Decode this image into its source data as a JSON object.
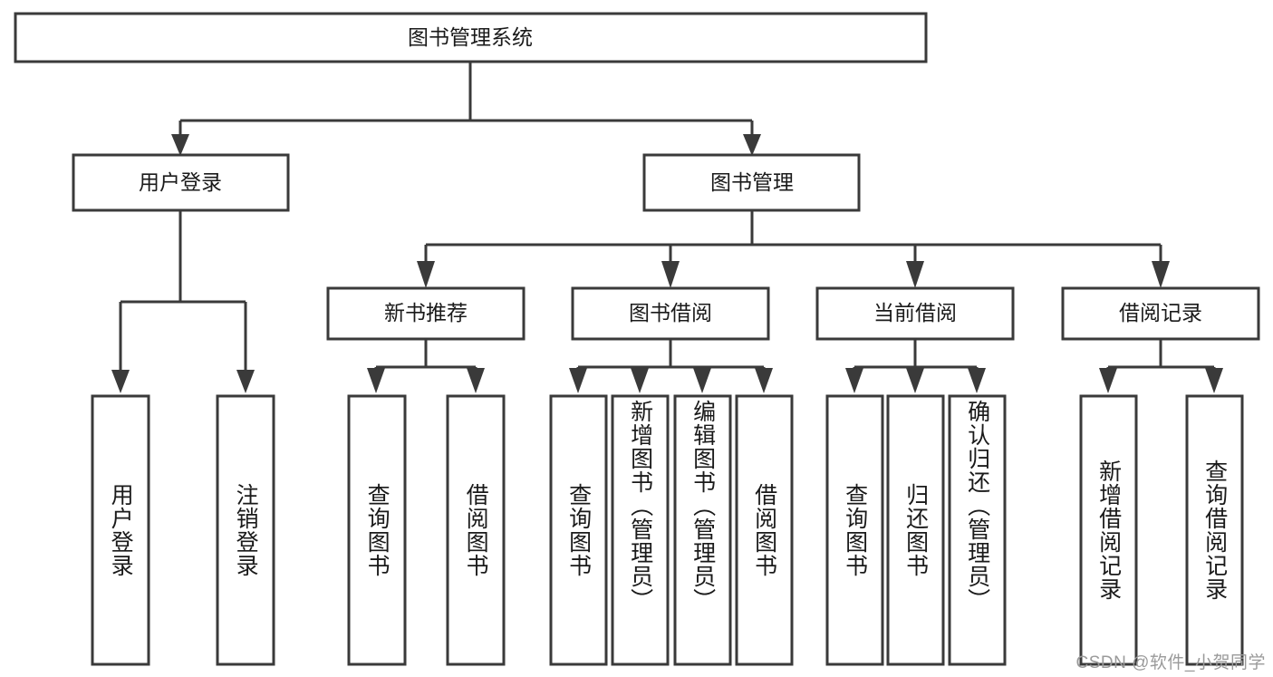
{
  "diagram": {
    "title": "图书管理系统",
    "type": "tree",
    "watermark": "CSDN @软件_小贺同学",
    "colors": {
      "box_stroke": "#3a3a3a",
      "box_fill": "#ffffff",
      "connector": "#3a3a3a",
      "text": "#1a1a1a",
      "watermark": "#9a9a9a",
      "background": "#ffffff"
    },
    "root": {
      "label": "图书管理系统"
    },
    "level2": [
      {
        "label": "用户登录"
      },
      {
        "label": "图书管理"
      }
    ],
    "level3": [
      {
        "label": "新书推荐"
      },
      {
        "label": "图书借阅"
      },
      {
        "label": "当前借阅"
      },
      {
        "label": "借阅记录"
      }
    ],
    "leaves": {
      "user_login": [
        {
          "label": "用户登录"
        },
        {
          "label": "注销登录"
        }
      ],
      "new_book_recommend": [
        {
          "label": "查询图书"
        },
        {
          "label": "借阅图书"
        }
      ],
      "book_borrow": [
        {
          "label": "查询图书"
        },
        {
          "label": "新增图书（管理员）"
        },
        {
          "label": "编辑图书（管理员）"
        },
        {
          "label": "借阅图书"
        }
      ],
      "current_borrow": [
        {
          "label": "查询图书"
        },
        {
          "label": "归还图书"
        },
        {
          "label": "确认归还（管理员）"
        }
      ],
      "borrow_record": [
        {
          "label": "新增借阅记录"
        },
        {
          "label": "查询借阅记录"
        }
      ]
    }
  }
}
